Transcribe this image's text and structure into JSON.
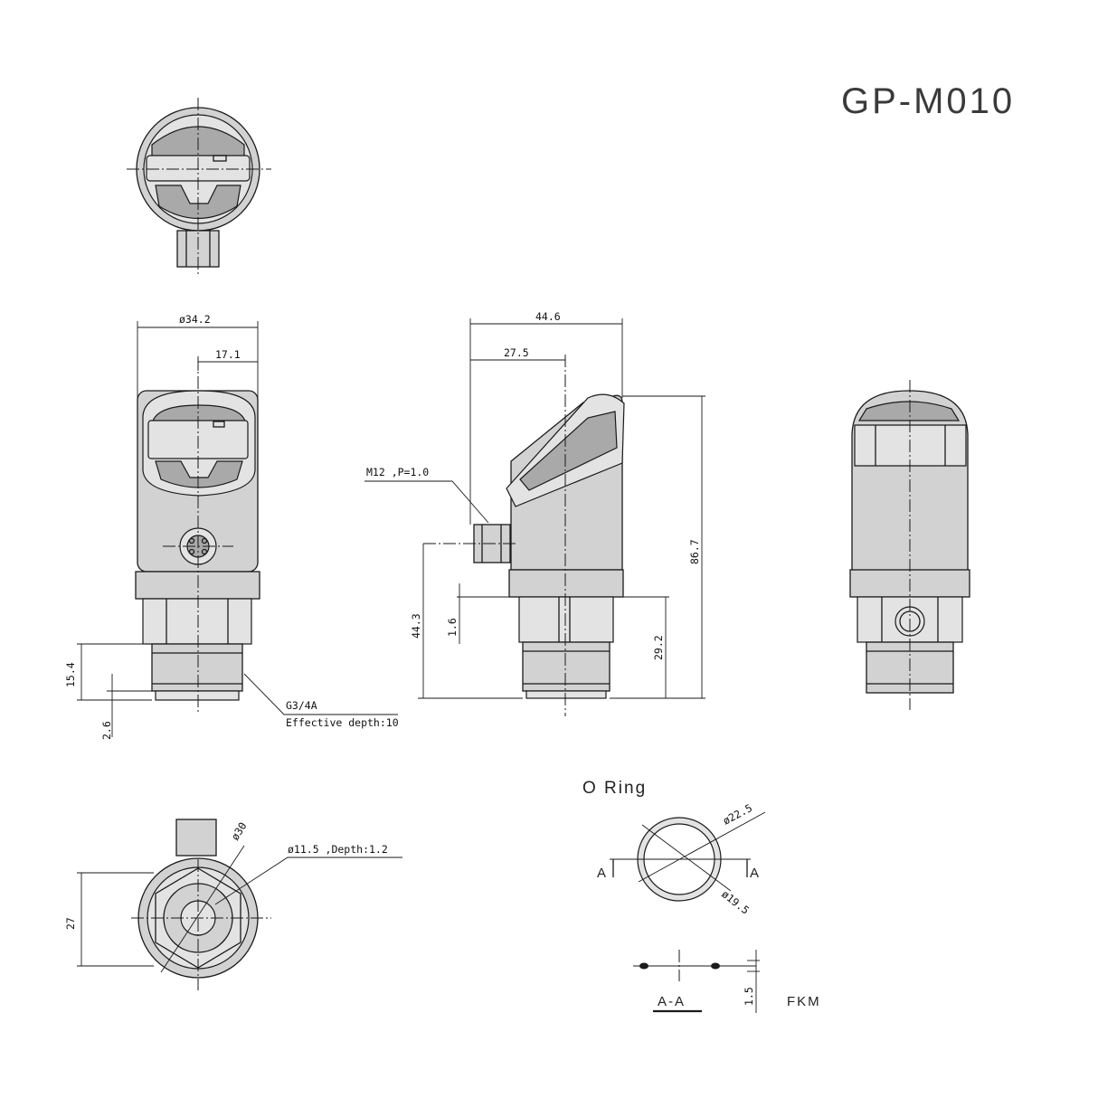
{
  "title": "GP-M010",
  "dimensions": {
    "dia_34_2": "ø34.2",
    "half_17_1": "17.1",
    "h_15_4": "15.4",
    "h_2_6": "2.6",
    "w_44_6": "44.6",
    "w_27_5": "27.5",
    "h_86_7": "86.7",
    "h_44_3": "44.3",
    "h_1_6": "1.6",
    "h_29_2": "29.2",
    "w_27": "27",
    "dia_30": "ø30",
    "dia_11_5": "ø11.5 ,Depth:1.2",
    "dia_22_5": "ø22.5",
    "dia_19_5": "ø19.5",
    "t_1_5": "1.5"
  },
  "annotations": {
    "connector": "M12 ,P=1.0",
    "thread": "G3/4A",
    "thread_depth": "Effective depth:10",
    "oring_label": "O Ring",
    "section_left": "A",
    "section_right": "A",
    "section_label": "A-A",
    "material": "FKM"
  }
}
